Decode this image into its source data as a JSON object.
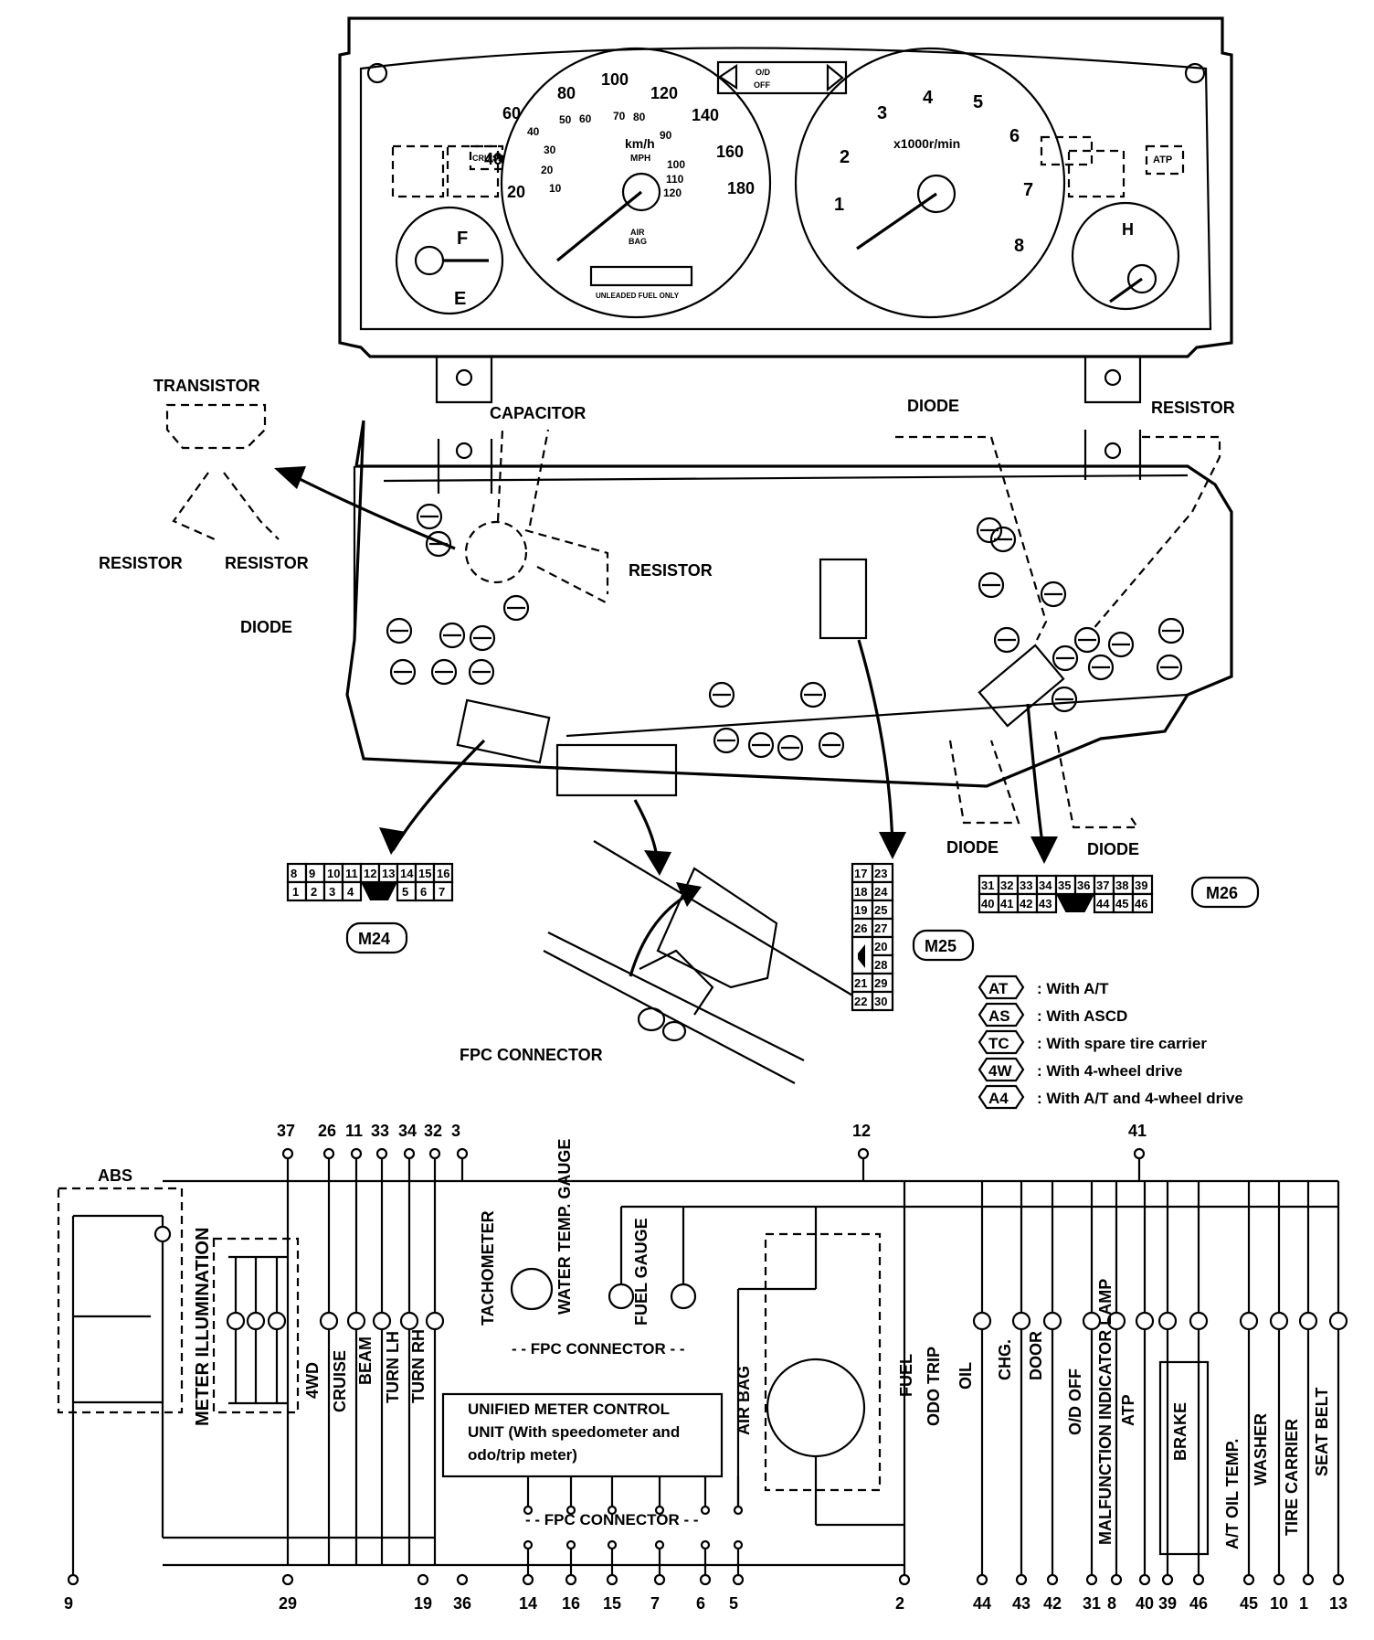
{
  "gauges": {
    "speedo_kmh": [
      "20",
      "40",
      "60",
      "80",
      "100",
      "120",
      "140",
      "160",
      "180"
    ],
    "speedo_mph": [
      "10",
      "20",
      "30",
      "40",
      "50",
      "60",
      "70",
      "80",
      "90",
      "100",
      "110",
      "120"
    ],
    "speedo_unit": "km/h",
    "speedo_unit2": "MPH",
    "tach_marks": [
      "1",
      "2",
      "3",
      "4",
      "5",
      "6",
      "7",
      "8"
    ],
    "tach_unit": "x1000r/min",
    "fuel_full": "F",
    "fuel_empty": "E",
    "temp_hot": "H",
    "airbag_text": "AIR\nBAG",
    "od_text": "O/D\nOFF",
    "unleaded_text": "UNLEADED FUEL ONLY",
    "atp_text": "ATP",
    "cruise_text": "CRUISE"
  },
  "component_labels": {
    "transistor": "TRANSISTOR",
    "capacitor": "CAPACITOR",
    "resistor": "RESISTOR",
    "diode": "DIODE",
    "fpc_connector": "FPC CONNECTOR"
  },
  "connectors": {
    "m24": {
      "name": "M24",
      "top": [
        "8",
        "9",
        "10",
        "11",
        "12",
        "13",
        "14",
        "15",
        "16"
      ],
      "bottom": [
        "1",
        "2",
        "3",
        "4",
        "5",
        "6",
        "7"
      ]
    },
    "m25": {
      "name": "M25",
      "pins": [
        "17",
        "23",
        "18",
        "24",
        "19",
        "25",
        "26",
        "27",
        "20",
        "28",
        "21",
        "29",
        "22",
        "30"
      ]
    },
    "m26": {
      "name": "M26",
      "top": [
        "31",
        "32",
        "33",
        "34",
        "35",
        "36",
        "37",
        "38",
        "39"
      ],
      "bottom": [
        "40",
        "41",
        "42",
        "43",
        "44",
        "45",
        "46"
      ]
    }
  },
  "legend": [
    {
      "code": "AT",
      "text": ": With A/T"
    },
    {
      "code": "AS",
      "text": ": With ASCD"
    },
    {
      "code": "TC",
      "text": ": With spare tire carrier"
    },
    {
      "code": "4W",
      "text": ": With 4-wheel drive"
    },
    {
      "code": "A4",
      "text": ": With A/T and 4-wheel drive"
    }
  ],
  "schematic": {
    "top_pins": [
      "37",
      "26",
      "11",
      "33",
      "34",
      "32",
      "3",
      "12",
      "41"
    ],
    "bottom_pins": [
      "9",
      "29",
      "19",
      "36",
      "14",
      "16",
      "15",
      "7",
      "6",
      "5",
      "2",
      "44",
      "43",
      "42",
      "31",
      "8",
      "40",
      "39",
      "46",
      "45",
      "10",
      "1",
      "13"
    ],
    "abs": "ABS",
    "meter_illumination": "METER ILLUMINATION",
    "vertical_labels": [
      "4WD",
      "CRUISE",
      "BEAM",
      "TURN LH",
      "TURN RH",
      "TACHOMETER",
      "WATER TEMP. GAUGE",
      "FUEL GAUGE",
      "AIR BAG",
      "FUEL",
      "ODO TRIP",
      "OIL",
      "CHG.",
      "DOOR",
      "O/D OFF",
      "MALFUNCTION INDICATOR LAMP",
      "ATP",
      "BRAKE",
      "A/T OIL TEMP.",
      "WASHER",
      "TIRE CARRIER",
      "SEAT BELT"
    ],
    "unit_text": [
      "UNIFIED METER CONTROL",
      "UNIT (With speedometer and",
      "odo/trip meter)"
    ],
    "fpc_connector": "- - FPC CONNECTOR - -"
  }
}
